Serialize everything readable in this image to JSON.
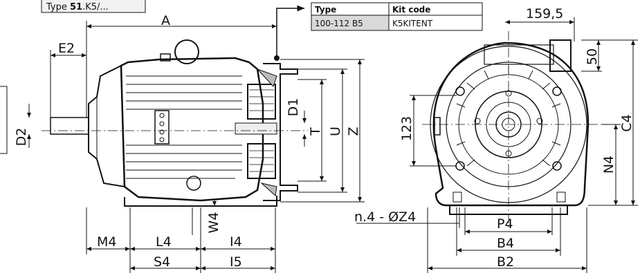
{
  "caption": {
    "prefix": "Type ",
    "bold": "51",
    "suffix": ".K5/..."
  },
  "kit_table": {
    "headers": [
      "Type",
      "Kit code"
    ],
    "rows": [
      [
        "100-112 B5",
        "K5KITENT"
      ]
    ]
  },
  "side_view_dims": {
    "A": "A",
    "E2": "E2",
    "D2": "D2",
    "D1": "D1",
    "T": "T",
    "U": "U",
    "Z": "Z",
    "M4": "M4",
    "L4": "L4",
    "W4": "W4",
    "I4": "I4",
    "S4": "S4",
    "I5": "I5"
  },
  "front_view_dims": {
    "d159": "159,5",
    "d50": "50",
    "d123": "123",
    "C4": "C4",
    "N4": "N4",
    "holes": "n.4 - ØZ4",
    "P4": "P4",
    "B4": "B4",
    "B2": "B2"
  },
  "colors": {
    "line": "#111111",
    "table_highlight": "#d9d9d9",
    "fill": "#ffffff"
  }
}
